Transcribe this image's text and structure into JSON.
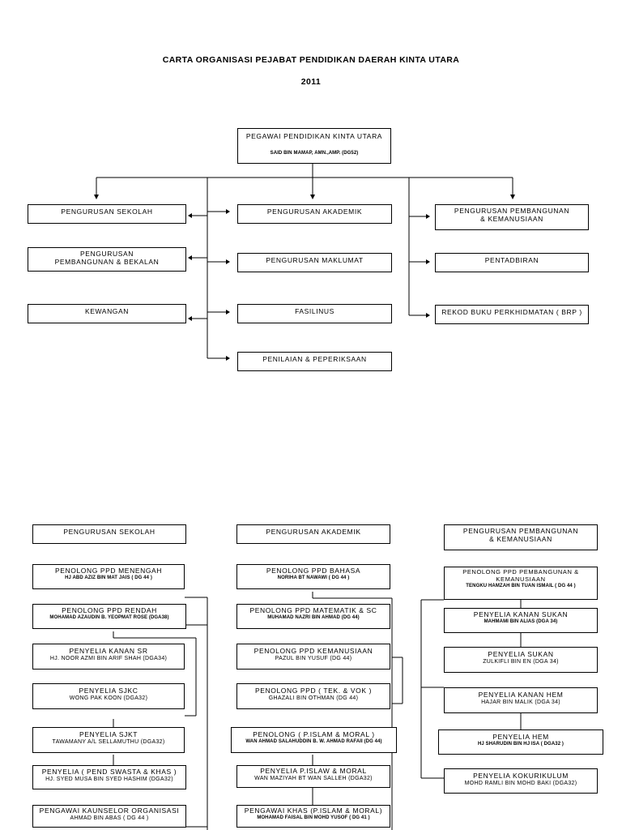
{
  "title": "CARTA ORGANISASI PEJABAT PENDIDIKAN DAERAH KINTA UTARA",
  "year": "2011",
  "top": {
    "head": {
      "title": "PEGAWAI PENDIDIKAN KINTA UTARA",
      "name": "SAID BIN MAMAP, AMN.,AMP. (DG52)"
    },
    "left": [
      "PENGURUSAN SEKOLAH",
      "PENGURUSAN PEMBANGUNAN & BEKALAN",
      "KEWANGAN"
    ],
    "middle": [
      "PENGURUSAN AKADEMIK",
      "PENGURUSAN MAKLUMAT",
      "FASILINUS",
      "PENILAIAN & PEPERIKSAAN"
    ],
    "right": [
      "PENGURUSAN PEMBANGUNAN & KEMANUSIAAN",
      "PENTADBIRAN",
      "REKOD BUKU PERKHIDMATAN ( BRP )"
    ]
  },
  "bottom": {
    "col1": {
      "header": "PENGURUSAN SEKOLAH",
      "items": [
        {
          "title": "PENOLONG PPD MENENGAH",
          "name": "HJ ABD AZIZ BIN MAT JAIS ( DG 44 )"
        },
        {
          "title": "PENOLONG PPD RENDAH",
          "name": "MOHAMAD AZAUDIN B. YEOPMAT ROSE (DGA38)"
        },
        {
          "title": "PENYELIA KANAN SR",
          "name": "HJ. NOOR AZMI BIN ARIF SHAH (DGA34)"
        },
        {
          "title": "PENYELIA SJKC",
          "name": "WONG PAK KOON (DGA32)"
        },
        {
          "title": "PENYELIA SJKT",
          "name": "TAWAMANY A/L SELLAMUTHU (DGA32)"
        },
        {
          "title": "PENYELIA ( PEND SWASTA & KHAS )",
          "name": "HJ. SYED MUSA BIN SYED HASHIM (DGA32)"
        },
        {
          "title": "PENGAWAI KAUNSELOR ORGANISASI",
          "name": "AHMAD BIN ABAS ( DG 44 )"
        }
      ]
    },
    "col2": {
      "header": "PENGURUSAN AKADEMIK",
      "items": [
        {
          "title": "PENOLONG PPD BAHASA",
          "name": "NORIHA BT NAWAWI ( DG 44 )"
        },
        {
          "title": "PENOLONG PPD MATEMATIK & SC",
          "name": "MUHAMAD NAZRI BIN AHMAD (DG 44)"
        },
        {
          "title": "PENOLONG PPD KEMANUSIAAN",
          "name": "PAZUL BIN YUSUF (DG 44)"
        },
        {
          "title": "PENOLONG PPD ( TEK. & VOK )",
          "name": "GHAZALI BIN OTHMAN (DG 44)"
        },
        {
          "title": "PENOLONG ( P.ISLAM & MORAL )",
          "name": "WAN AHMAD SALAHUDDIN B. W. AHMAD RAFAII (DG 44)"
        },
        {
          "title": "PENYELIA P.ISLAW & MORAL",
          "name": "WAN MAZIYAH BT WAN SALLEH (DGA32)"
        },
        {
          "title": "PENGAWAI KHAS (P.ISLAM & MORAL)",
          "name": "MOHAMAD FAISAL BIN MOHD YUSOF ( DG 41 )"
        }
      ]
    },
    "col3": {
      "header": "PENGURUSAN PEMBANGUNAN & KEMANUSIAAN",
      "items": [
        {
          "title": "PENOLONG PPD PEMBANGUNAN & KEMANUSIAAN",
          "name": "TENGKU HAMZAH BIN TUAN ISMAIL ( DG 44 )"
        },
        {
          "title": "PENYELIA KANAN SUKAN",
          "name": "MAHMAMI BIN ALIAS (DGA 34)"
        },
        {
          "title": "PENYELIA SUKAN",
          "name": "ZULKIFLI BIN EN (DGA 34)"
        },
        {
          "title": "PENYELIA KANAN HEM",
          "name": "HAJAR BIN MALIK (DGA 34)"
        },
        {
          "title": "PENYELIA HEM",
          "name": "HJ SHARUDIN BIN HJ ISA ( DGA32 )"
        },
        {
          "title": "PENYELIA KOKURIKULUM",
          "name": "MOHD RAMLI BIN MOHD BAKI (DGA32)"
        }
      ]
    }
  }
}
